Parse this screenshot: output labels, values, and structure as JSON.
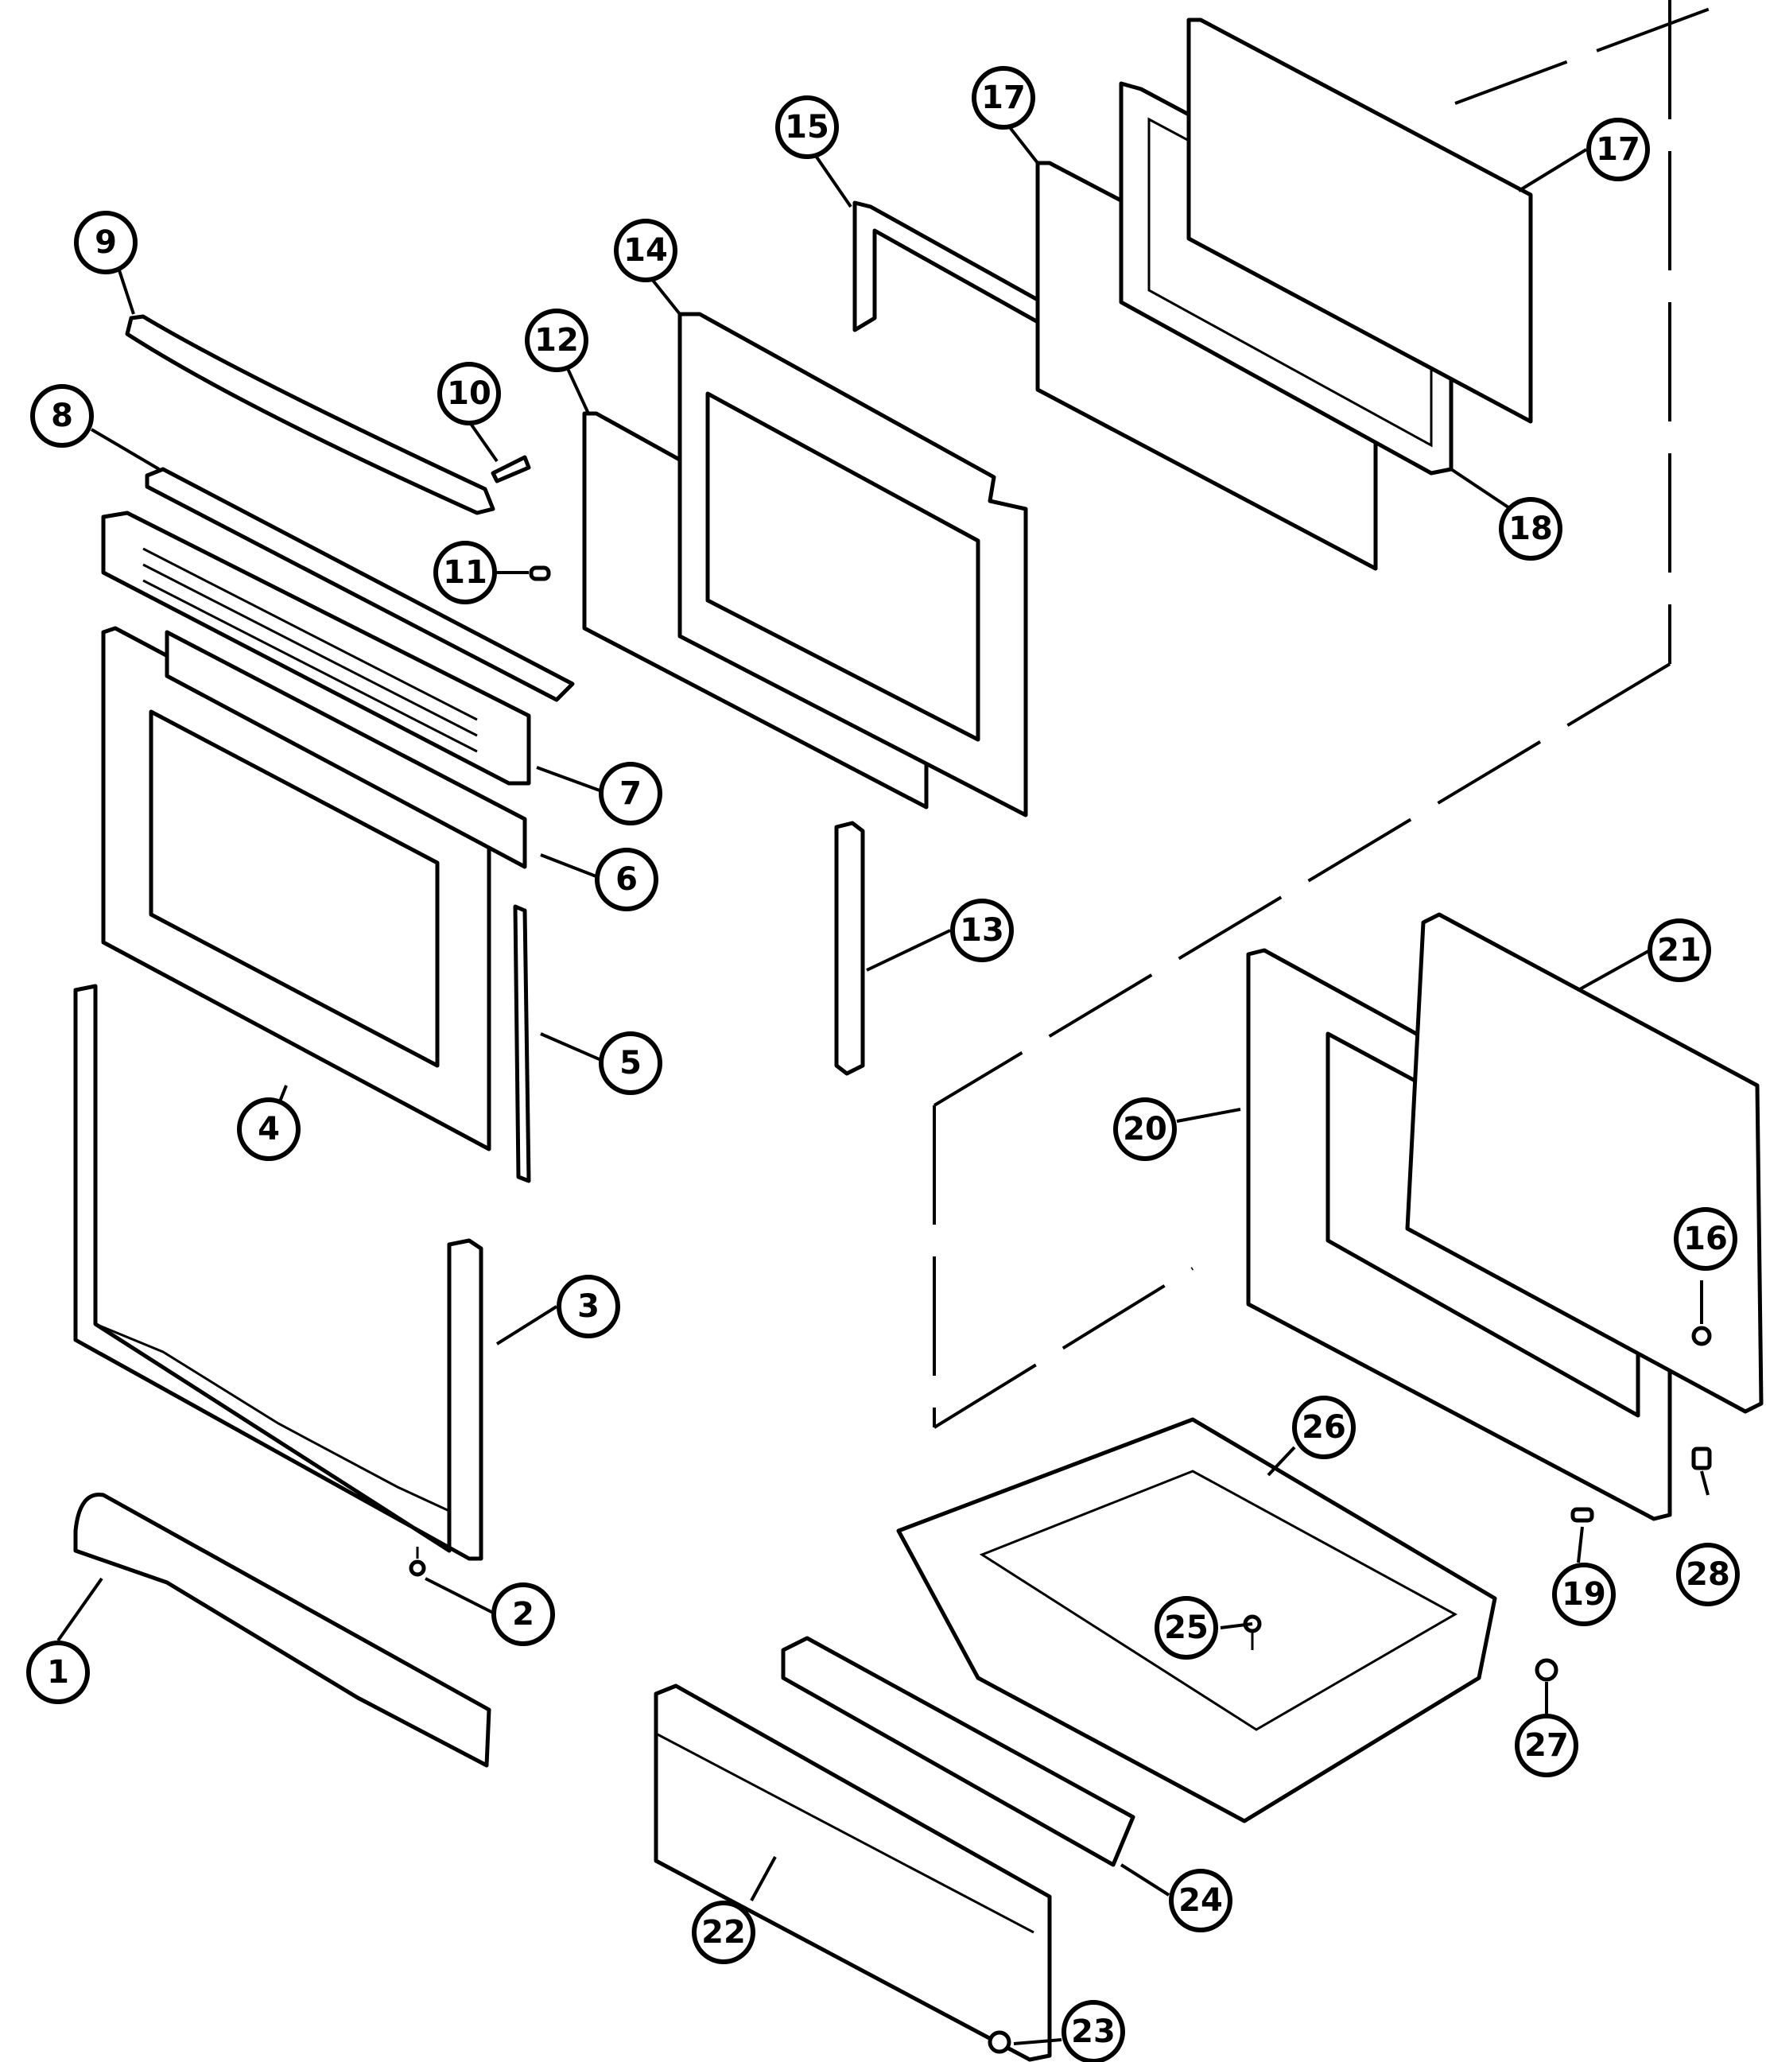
{
  "callouts": [
    {
      "id": "1",
      "label": "1"
    },
    {
      "id": "2",
      "label": "2"
    },
    {
      "id": "3",
      "label": "3"
    },
    {
      "id": "4",
      "label": "4"
    },
    {
      "id": "5",
      "label": "5"
    },
    {
      "id": "6",
      "label": "6"
    },
    {
      "id": "7",
      "label": "7"
    },
    {
      "id": "8",
      "label": "8"
    },
    {
      "id": "9",
      "label": "9"
    },
    {
      "id": "10",
      "label": "10"
    },
    {
      "id": "11",
      "label": "11"
    },
    {
      "id": "12",
      "label": "12"
    },
    {
      "id": "13",
      "label": "13"
    },
    {
      "id": "14",
      "label": "14"
    },
    {
      "id": "15",
      "label": "15"
    },
    {
      "id": "16",
      "label": "16"
    },
    {
      "id": "17a",
      "label": "17"
    },
    {
      "id": "17b",
      "label": "17"
    },
    {
      "id": "18",
      "label": "18"
    },
    {
      "id": "19",
      "label": "19"
    },
    {
      "id": "20",
      "label": "20"
    },
    {
      "id": "21",
      "label": "21"
    },
    {
      "id": "22",
      "label": "22"
    },
    {
      "id": "23",
      "label": "23"
    },
    {
      "id": "24",
      "label": "24"
    },
    {
      "id": "25",
      "label": "25"
    },
    {
      "id": "26",
      "label": "26"
    },
    {
      "id": "27",
      "label": "27"
    },
    {
      "id": "28",
      "label": "28"
    }
  ]
}
